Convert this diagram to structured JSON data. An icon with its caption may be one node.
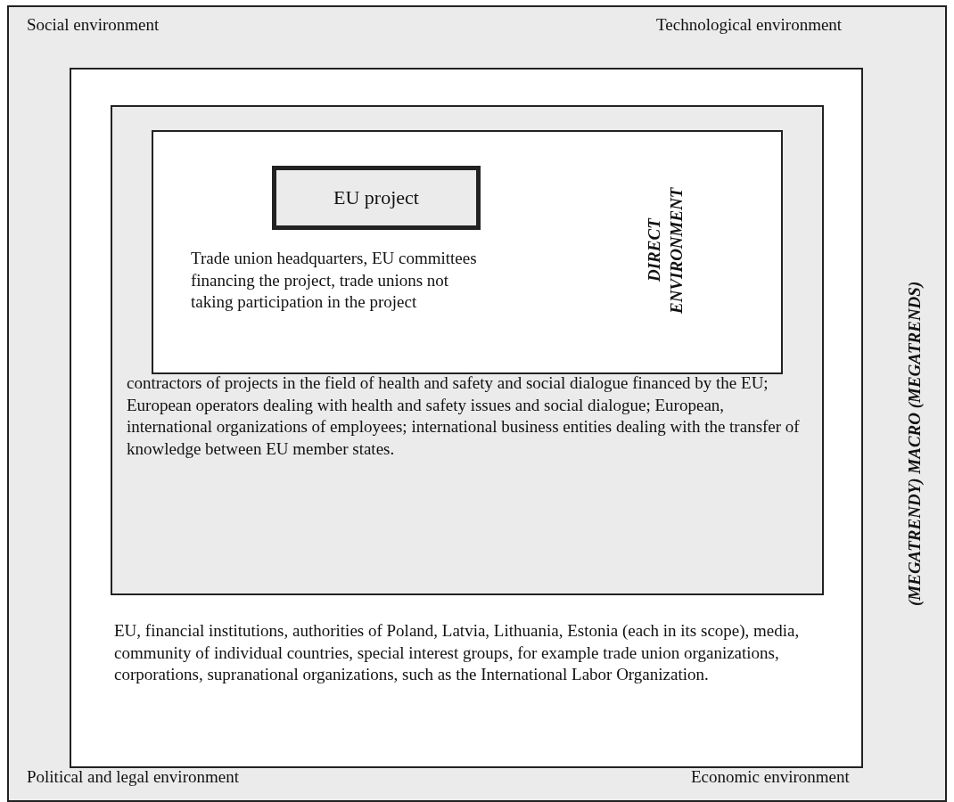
{
  "diagram": {
    "nodes": [
      {
        "text": [
          "Social environment",
          "Technological environment",
          "(MEGATRENDY) MACRO (MEGATRENDS)",
          "Political and legal environment",
          "Economic environment"
        ]
      },
      {
        "text": [
          "EU, financial institutions, authorities of Poland, Latvia, Lithuania, Estonia (each in its scope), media, community of individual countries, special interest groups, for example trade union organizations, corporations, supranational organizations, such as the International Labor Organization."
        ],
        "in": 0
      },
      {
        "text": [
          "contractors of projects in the field of health and safety and social dialogue financed by the EU; European operators dealing with health and safety issues and social dialogue; European, international organizations of employees; international business entities dealing with the transfer of knowledge between EU member states."
        ],
        "in": 1
      },
      {
        "text": [
          "Trade union headquarters, EU committees financing the project, trade unions not taking participation in the project",
          "DIRECT ENVIRONMENT"
        ],
        "in": 2
      },
      {
        "text": [
          "EU project"
        ],
        "in": 3
      }
    ]
  }
}
